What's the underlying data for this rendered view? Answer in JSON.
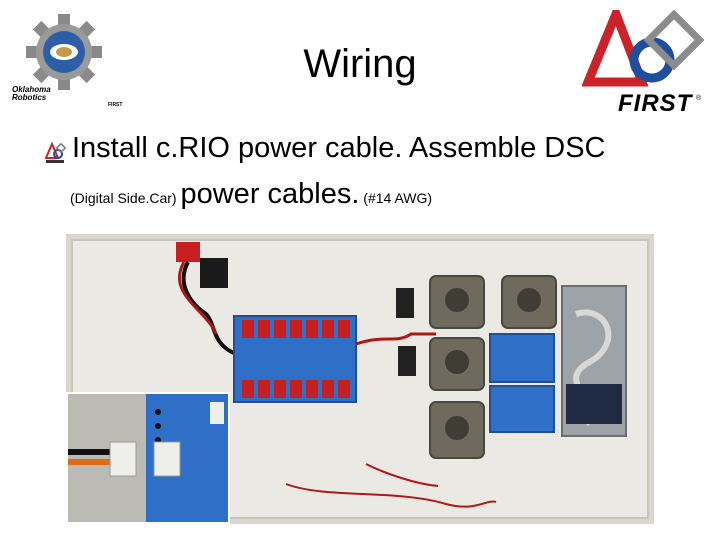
{
  "slide": {
    "title": "Wiring",
    "bullet": {
      "line1": "Install c.RIO power cable.  Assemble DSC",
      "line2_small_a": "(Digital Side.Car) ",
      "line2_big": "power cables.",
      "line2_small_b": " (#14 AWG)"
    }
  },
  "logos": {
    "left_caption": "Oklahoma Robotics",
    "left_sub": "FIRST",
    "right_wordmark": "FIRST",
    "right_trademark": "®"
  },
  "colors": {
    "background": "#ffffff",
    "first_red": "#cc2229",
    "first_blue": "#1f4e9c",
    "board_blue": "#2f6fc7",
    "fuse_red": "#c51f1f"
  }
}
